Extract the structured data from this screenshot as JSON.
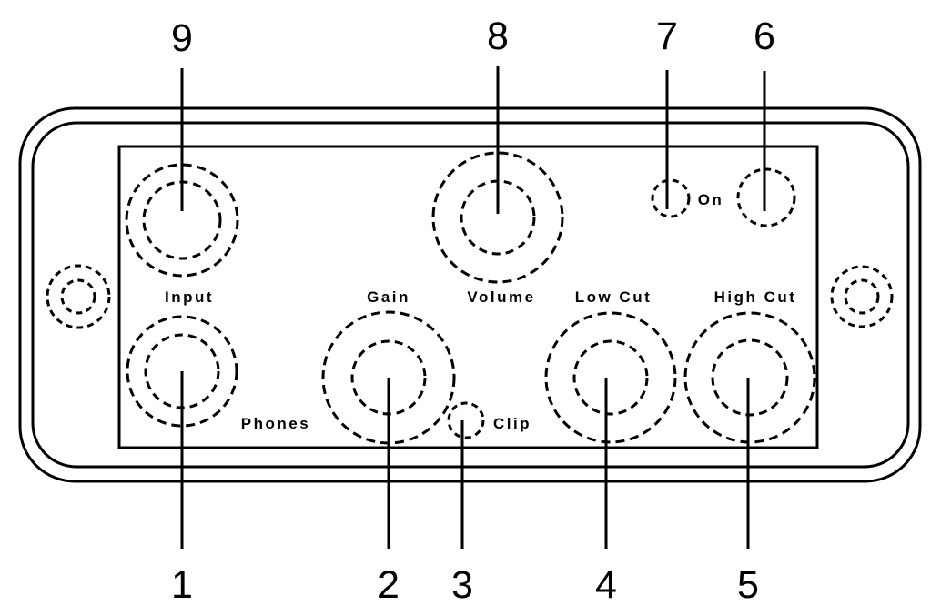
{
  "diagram": {
    "colors": {
      "line": "#000000",
      "background": "#ffffff"
    },
    "labels": {
      "input": "Input",
      "gain": "Gain",
      "volume": "Volume",
      "low_cut": "Low Cut",
      "high_cut": "High Cut",
      "phones": "Phones",
      "clip": "Clip",
      "on": "On"
    },
    "callouts": [
      "1",
      "2",
      "3",
      "4",
      "5",
      "6",
      "7",
      "8",
      "9"
    ]
  }
}
